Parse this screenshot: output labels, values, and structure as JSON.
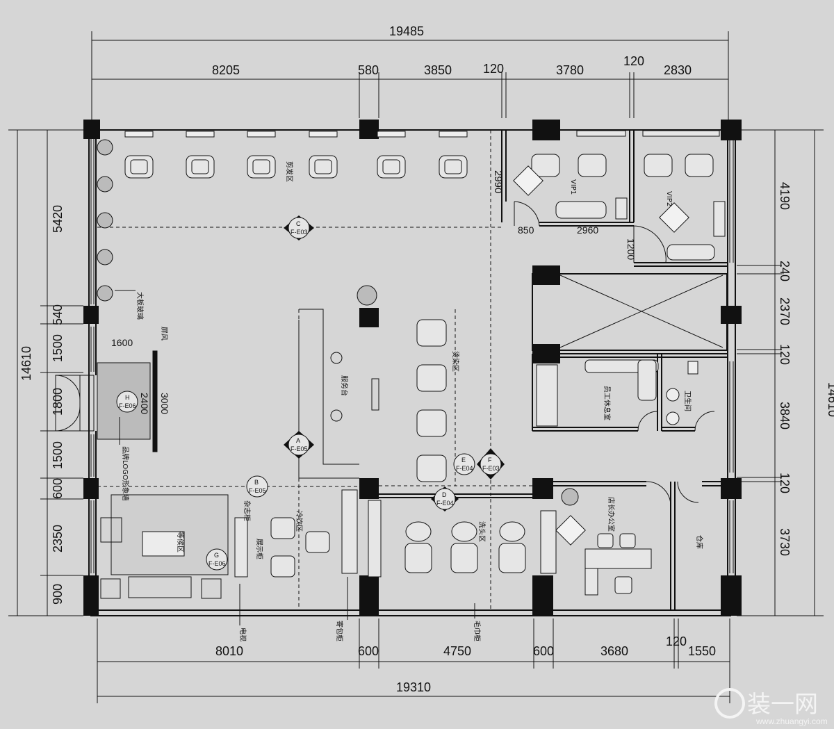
{
  "dimensions": {
    "top_total": "19485",
    "top": [
      "8205",
      "580",
      "3850",
      "120",
      "3780",
      "120",
      "2830"
    ],
    "bottom_total": "19310",
    "bottom": [
      "8010",
      "600",
      "4750",
      "600",
      "3680",
      "120",
      "1550"
    ],
    "left_total": "14610",
    "left": [
      "5420",
      "540",
      "1500",
      "1800",
      "1500",
      "600",
      "2350",
      "900"
    ],
    "right_total": "14610",
    "right": [
      "4190",
      "240",
      "2370",
      "120",
      "3840",
      "120",
      "3730"
    ],
    "inner": {
      "vip_door_height": "2990",
      "vip_door_w": "850",
      "vip_width": "2960",
      "vip2_door": "1200",
      "entry_width": "1600",
      "entry_h": "2400",
      "entry_screen": "3000"
    }
  },
  "rooms": {
    "cut_area": "剪发区",
    "vip1": "VIP1",
    "vip2": "VIP2",
    "staff_rest": "员工休息室",
    "toilet": "卫生间",
    "manager_office": "店长办公室",
    "storage": "仓库",
    "wash_area": "洗头区",
    "perm_dye_area": "烫染区",
    "waiting_area": "等候区",
    "cold_drink_area": "冷饮区",
    "service_desk": "服务台",
    "display_cabinet": "展示柜",
    "misc_cabinet": "杂志柜",
    "screen": "屏风",
    "curtain_wall": "大板玻璃",
    "logo_wall": "品牌LOGO形象墙",
    "tv": "电视",
    "towel_cabinet": "毛巾柜",
    "storage_cabinet": "寄包柜"
  },
  "markers": [
    {
      "letter": "C",
      "code": "F-E03"
    },
    {
      "letter": "H",
      "code": "F-E06"
    },
    {
      "letter": "A",
      "code": "F-E05"
    },
    {
      "letter": "B",
      "code": "F-E05"
    },
    {
      "letter": "G",
      "code": "F-E06"
    },
    {
      "letter": "D",
      "code": "F-E04"
    },
    {
      "letter": "E",
      "code": "F-E04"
    },
    {
      "letter": "F",
      "code": "F-E03"
    }
  ],
  "watermark": {
    "brand": "装一网",
    "url": "www.zhuangyi.com"
  },
  "colors": {
    "background": "#d6d6d6",
    "line": "#111111",
    "watermark": "#f4f4f4"
  }
}
